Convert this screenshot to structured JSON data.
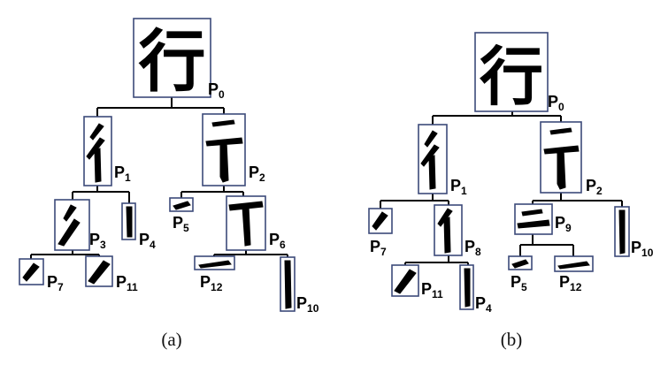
{
  "root_character": "行",
  "trees": [
    {
      "caption": "(a)",
      "labels": {
        "p0": {
          "p": "P",
          "n": "0"
        },
        "p1": {
          "p": "P",
          "n": "1"
        },
        "p2": {
          "p": "P",
          "n": "2"
        },
        "p3": {
          "p": "P",
          "n": "3"
        },
        "p4": {
          "p": "P",
          "n": "4"
        },
        "p5": {
          "p": "P",
          "n": "5"
        },
        "p6": {
          "p": "P",
          "n": "6"
        },
        "p7": {
          "p": "P",
          "n": "7"
        },
        "p11": {
          "p": "P",
          "n": "11"
        },
        "p12": {
          "p": "P",
          "n": "12"
        },
        "p10": {
          "p": "P",
          "n": "10"
        }
      }
    },
    {
      "caption": "(b)",
      "labels": {
        "p0": {
          "p": "P",
          "n": "0"
        },
        "p1": {
          "p": "P",
          "n": "1"
        },
        "p2": {
          "p": "P",
          "n": "2"
        },
        "p7": {
          "p": "P",
          "n": "7"
        },
        "p8": {
          "p": "P",
          "n": "8"
        },
        "p9": {
          "p": "P",
          "n": "9"
        },
        "p10": {
          "p": "P",
          "n": "10"
        },
        "p11": {
          "p": "P",
          "n": "11"
        },
        "p4": {
          "p": "P",
          "n": "4"
        },
        "p5": {
          "p": "P",
          "n": "5"
        },
        "p12": {
          "p": "P",
          "n": "12"
        }
      }
    }
  ]
}
